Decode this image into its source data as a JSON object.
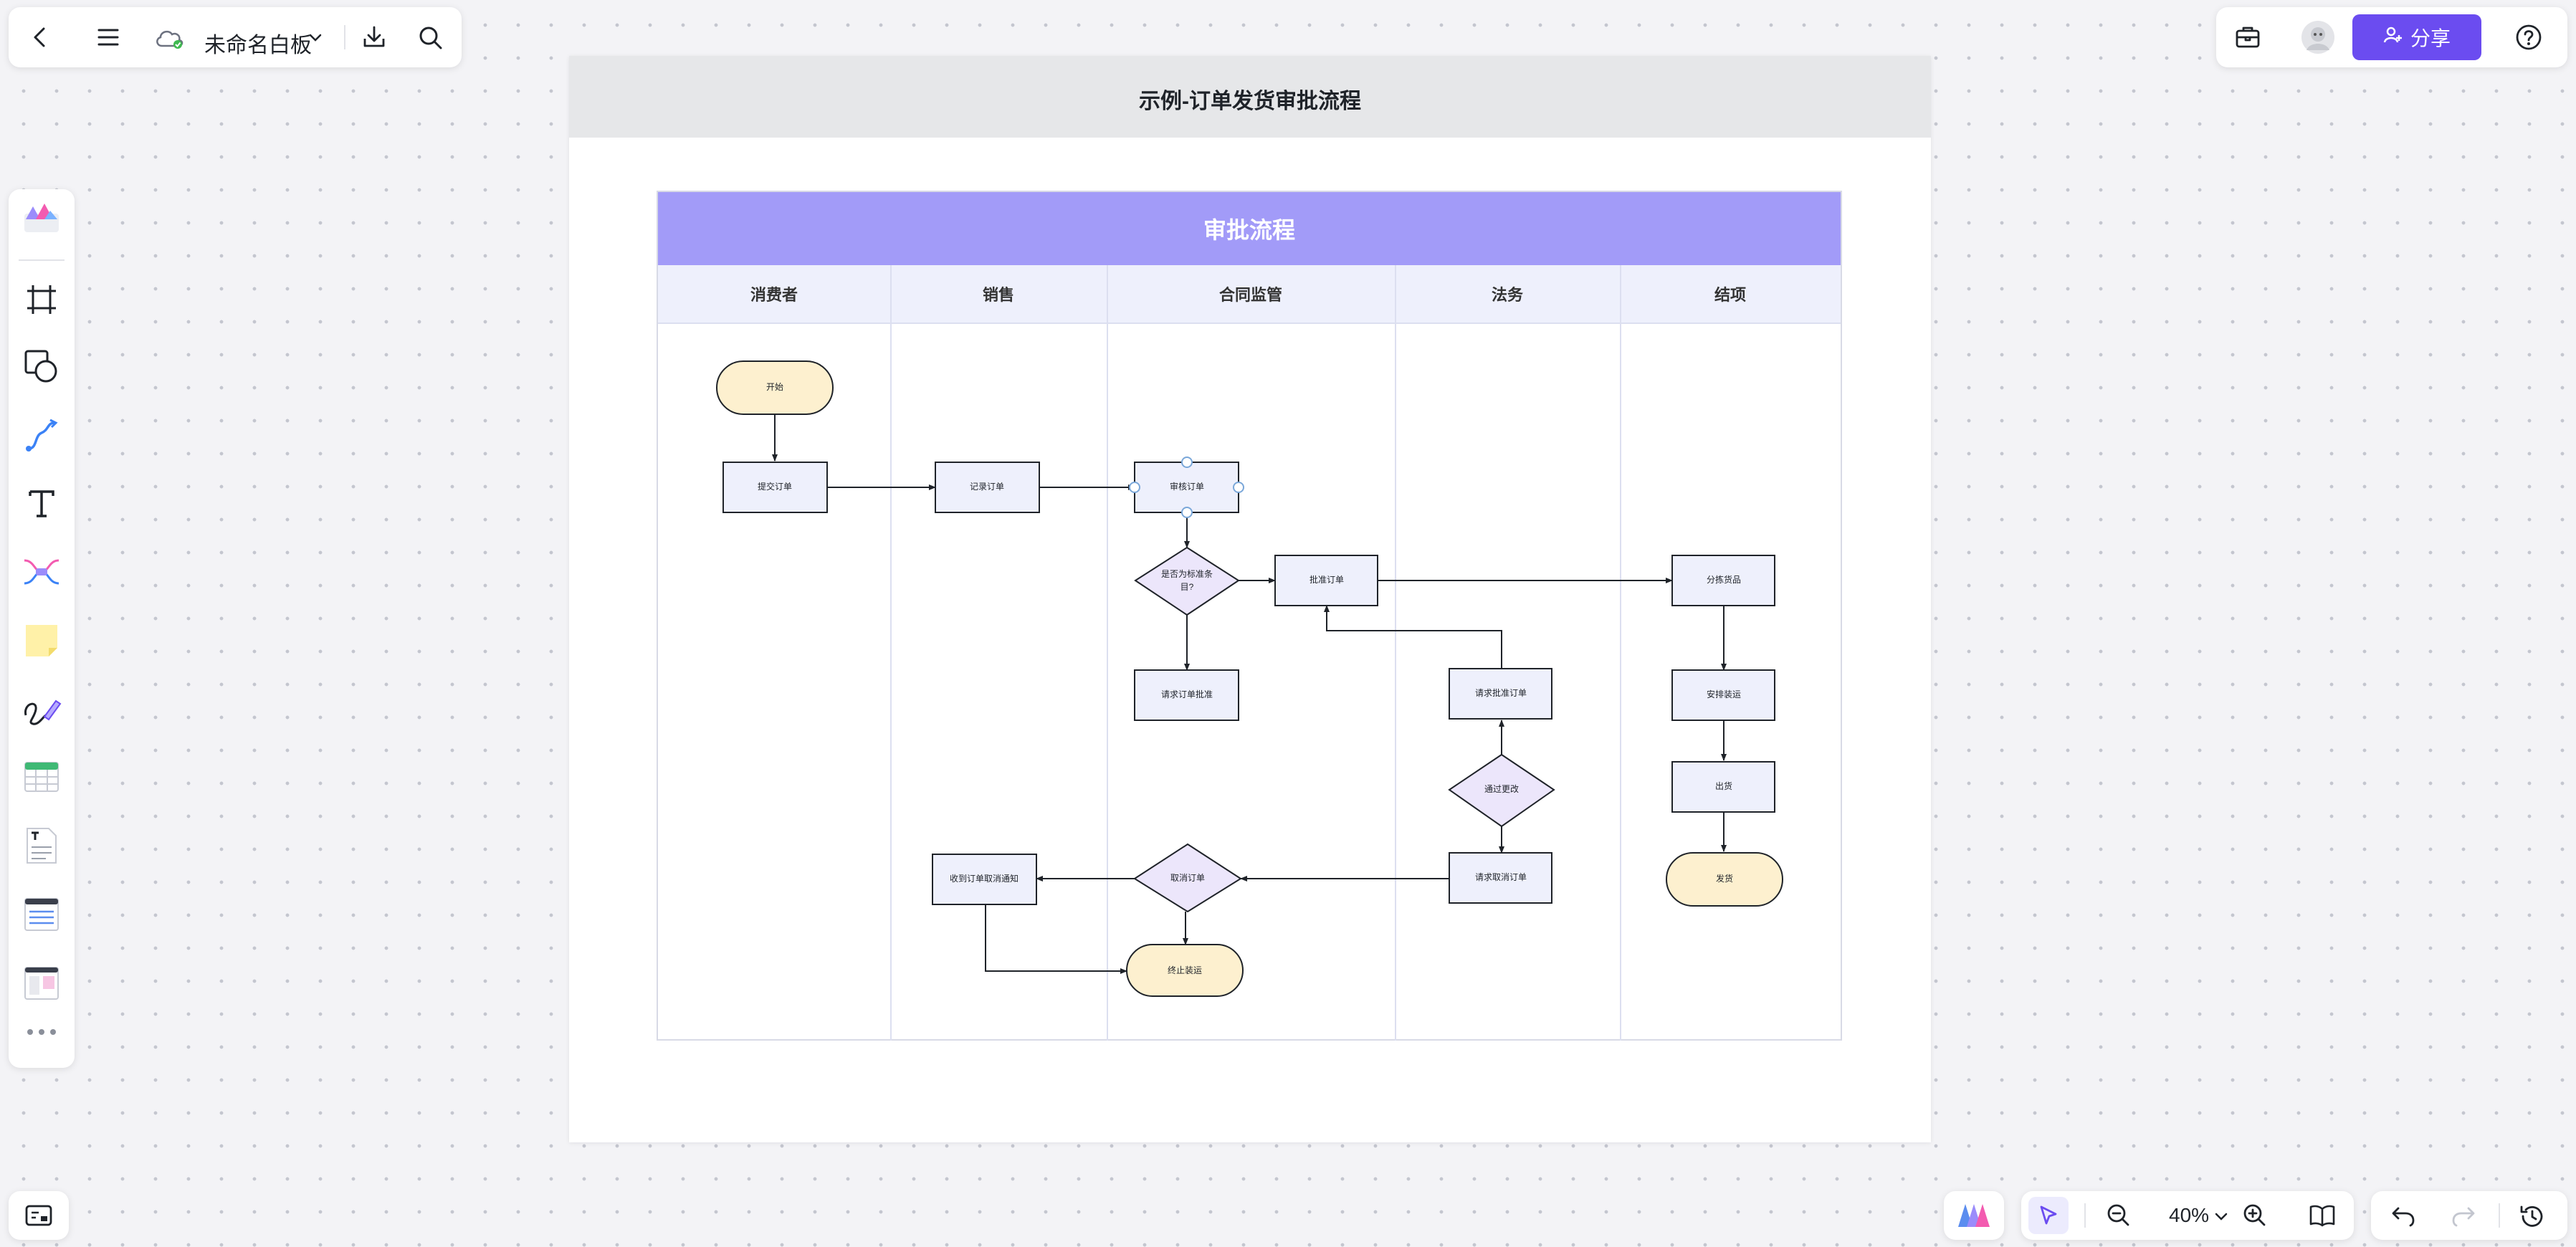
{
  "topbar": {
    "title": "未命名白板",
    "back_icon": "chevron-left-icon",
    "menu_icon": "menu-icon",
    "cloud_icon": "cloud-saved-icon",
    "download_icon": "download-icon",
    "search_icon": "search-icon"
  },
  "share": {
    "label": "分享"
  },
  "zoom": {
    "value": "40%"
  },
  "canvas": {
    "frame_title": "示例-订单发货审批流程",
    "banner": "审批流程",
    "lanes": [
      "消费者",
      "销售",
      "合同监管",
      "法务",
      "结项"
    ],
    "nodes": {
      "start": "开始",
      "submit": "提交订单",
      "record": "记录订单",
      "review": "审核订单",
      "standard_line1": "是否为标准条",
      "standard_line2": "目?",
      "approve": "批准订单",
      "request_order_approval": "请求订单批准",
      "request_approve_order": "请求批准订单",
      "pass_change": "通过更改",
      "request_cancel": "请求取消订单",
      "cancel": "取消订单",
      "receive_cancel": "收到订单取消通知",
      "stop_ship": "终止装运",
      "pick": "分拣货品",
      "arrange": "安排装运",
      "ship": "出货",
      "deliver": "发货"
    }
  },
  "colors": {
    "accent": "#6b4cf0",
    "banner": "#a29bf8",
    "lane_header": "#eef0fc",
    "terminal_fill": "#fdf0cf",
    "process_fill": "#eef0fc",
    "decision_fill": "#ece6fb"
  }
}
